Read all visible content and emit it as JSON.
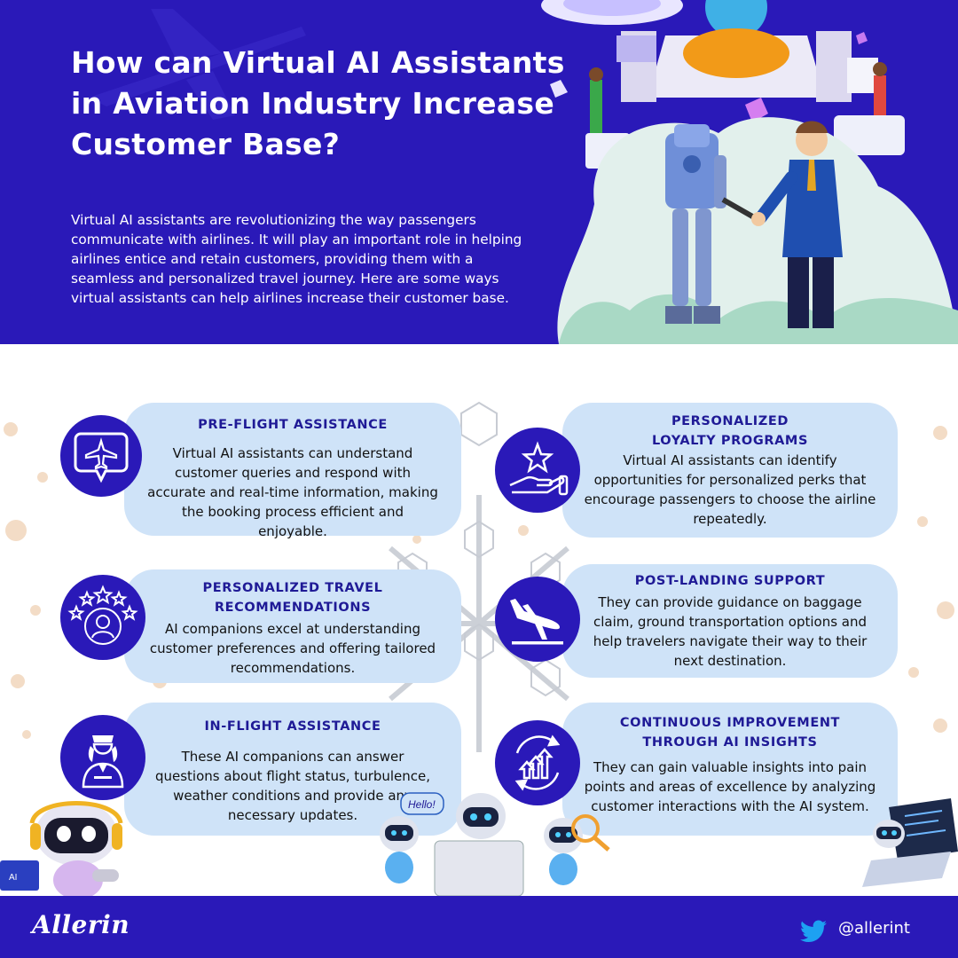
{
  "hero": {
    "title": "How can Virtual AI Assistants in Aviation Industry Increase Customer Base?",
    "intro": "Virtual AI assistants are revolutionizing the way passengers communicate with airlines. It will play an important role in helping airlines entice and retain customers, providing them with a seamless and personalized travel journey. Here are some ways virtual assistants can help airlines increase their customer base."
  },
  "cards": [
    {
      "title": "PRE-FLIGHT ASSISTANCE",
      "text": "Virtual AI assistants can understand customer queries and respond with accurate and real-time information, making the booking process efficient and enjoyable.",
      "icon": "airplane-chat-icon"
    },
    {
      "title": "PERSONALIZED TRAVEL RECOMMENDATIONS",
      "text": "AI companions excel at understanding customer preferences and offering tailored recommendations.",
      "icon": "rated-customer-icon"
    },
    {
      "title": "IN-FLIGHT ASSISTANCE",
      "text": "These AI companions can answer questions about flight status, turbulence, weather conditions and provide any necessary updates.",
      "icon": "flight-attendant-icon"
    },
    {
      "title": "PERSONALIZED LOYALTY PROGRAMS",
      "text": "Virtual AI assistants can identify opportunities for personalized perks that encourage passengers to choose the airline repeatedly.",
      "icon": "star-hand-icon"
    },
    {
      "title": "POST-LANDING SUPPORT",
      "text": "They can provide guidance on baggage claim, ground transportation options and help travelers navigate their way to their next destination.",
      "icon": "plane-landing-icon"
    },
    {
      "title": "CONTINUOUS IMPROVEMENT THROUGH AI INSIGHTS",
      "text": "They can gain valuable insights into pain points and areas of excellence by analyzing customer interactions with the AI system.",
      "icon": "growth-cycle-icon"
    }
  ],
  "illustration": {
    "bubble": "Hello!",
    "laptop_label": "AI"
  },
  "footer": {
    "brand": "Allerin",
    "handle": "@allerint",
    "icon": "twitter-icon"
  },
  "colors": {
    "primary": "#2a19b8",
    "card": "#cfe3f8",
    "heading": "#1f1a96"
  }
}
